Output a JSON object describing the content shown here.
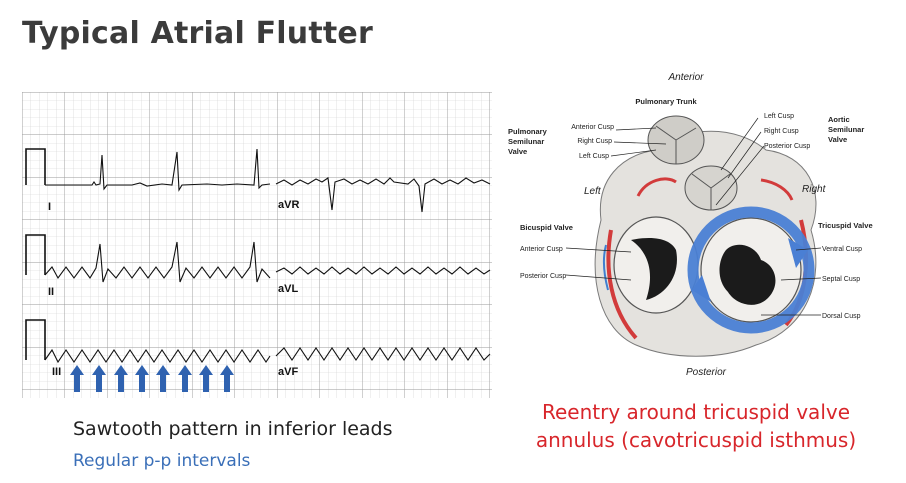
{
  "title": "Typical Atrial Flutter",
  "ecg": {
    "leads": [
      "I",
      "aVR",
      "II",
      "aVL",
      "III",
      "aVF"
    ]
  },
  "captions": {
    "line1": "Sawtooth pattern in inferior leads",
    "line2": "Regular p-p intervals"
  },
  "heart": {
    "orientation": {
      "anterior": "Anterior",
      "posterior": "Posterior",
      "left": "Left",
      "right": "Right"
    },
    "labels": {
      "pulmonary_trunk": "Pulmonary Trunk",
      "pulmonary_valve": [
        "Pulmonary",
        "Semilunar",
        "Valve"
      ],
      "anterior_cusp_top": "Anterior Cusp",
      "right_cusp_top": "Right Cusp",
      "left_cusp_top": "Left Cusp",
      "left_cusp_aortic": "Left Cusp",
      "right_cusp_aortic": "Right Cusp",
      "posterior_cusp_aortic": "Posterior Cusp",
      "aortic_valve": [
        "Aortic",
        "Semilunar",
        "Valve"
      ],
      "bicuspid_valve": "Bicuspid Valve",
      "anterior_cusp_bi": "Anterior Cusp",
      "posterior_cusp_bi": "Posterior Cusp",
      "tricuspid_valve": "Tricuspid Valve",
      "ventral_cusp": "Ventral Cusp",
      "septal_cusp": "Septal Cusp",
      "dorsal_cusp": "Dorsal Cusp"
    }
  },
  "reentry_text": [
    "Reentry around tricuspid valve",
    "annulus (cavotricuspid isthmus)"
  ],
  "colors": {
    "title": "#3b3b3b",
    "caption_blue": "#3a6fb8",
    "reentry_red": "#d8262b",
    "circuit_blue": "#4a7fd4"
  }
}
